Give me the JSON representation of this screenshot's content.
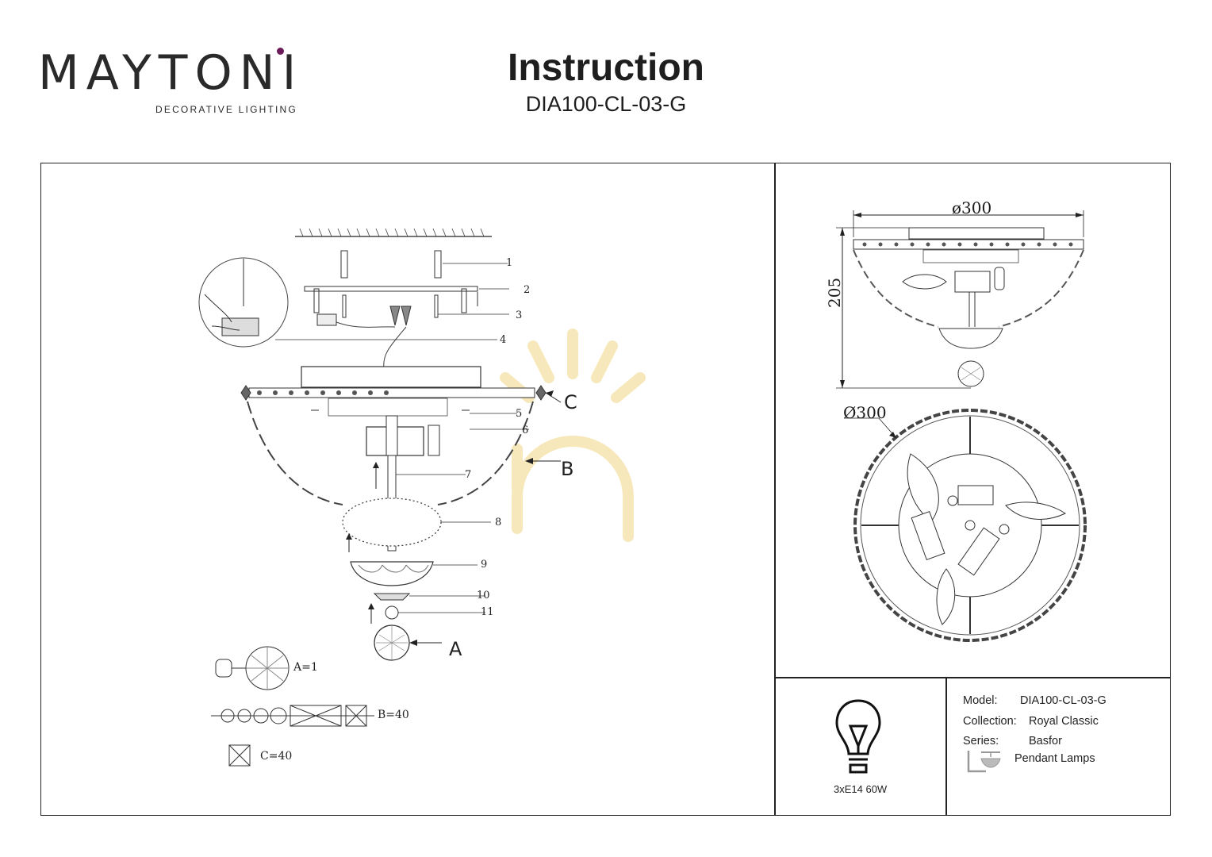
{
  "header": {
    "brand": "MAYTONI",
    "brand_tagline": "DECORATIVE LIGHTING",
    "title": "Instruction",
    "model_code": "DIA100-CL-03-G"
  },
  "assembly": {
    "parts": [
      "1",
      "2",
      "3",
      "4",
      "5",
      "6",
      "7",
      "8",
      "9",
      "10",
      "11"
    ],
    "group_labels": {
      "a": "A",
      "b": "B",
      "c": "C"
    },
    "legend": {
      "a": "A=1",
      "b": "B=40",
      "c": "C=40"
    }
  },
  "dimensions": {
    "width_top": "ø300",
    "height": "205",
    "diameter_plan": "Ø300"
  },
  "specs": {
    "bulb": "3xE14 60W",
    "model_label": "Model:",
    "model_value": "DIA100-CL-03-G",
    "collection_label": "Collection:",
    "collection_value": "Royal Classic",
    "series_label": "Series:",
    "series_value": "Basfor",
    "type_value": "Pendant Lamps"
  },
  "colors": {
    "brand_accent": "#6b1a5a",
    "watermark": "#f6e6b4"
  }
}
